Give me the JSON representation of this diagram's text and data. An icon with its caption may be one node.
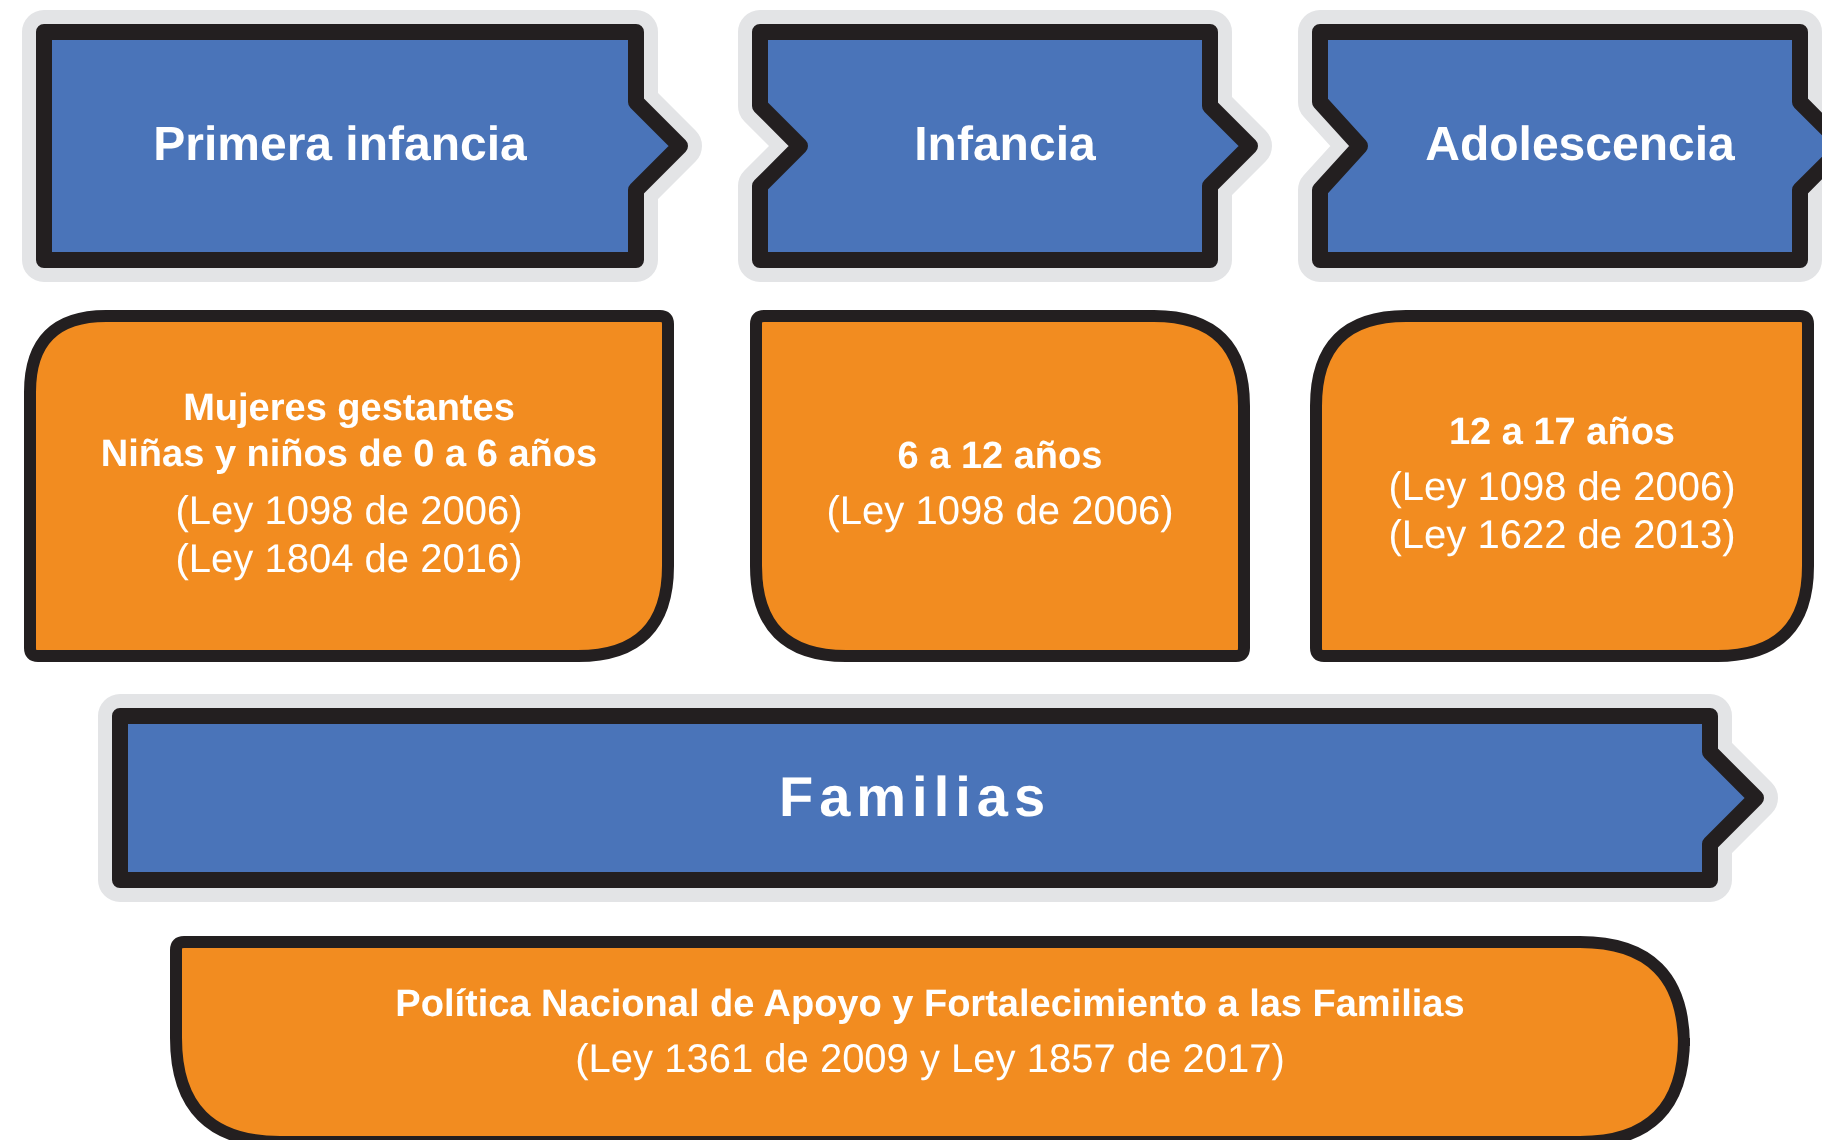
{
  "diagram": {
    "nodes": [
      {
        "text": [
          "Primera infancia"
        ]
      },
      {
        "text": [
          "Infancia"
        ]
      },
      {
        "text": [
          "Adolescencia"
        ]
      },
      {
        "text": [
          "Mujeres gestantes",
          "Niñas y niños de 0 a 6 años",
          "(Ley 1098 de 2006)",
          "(Ley 1804 de 2016)"
        ]
      },
      {
        "text": [
          "6 a 12 años",
          "(Ley 1098 de 2006)"
        ]
      },
      {
        "text": [
          "12 a 17 años",
          "(Ley 1098 de 2006)",
          "(Ley 1622 de 2013)"
        ]
      },
      {
        "text": [
          "Familias"
        ]
      },
      {
        "text": [
          "Política Nacional de Apoyo y Fortalecimiento a las Familias",
          "(Ley 1361 de 2009 y Ley 1857 de 2017)"
        ]
      }
    ]
  }
}
